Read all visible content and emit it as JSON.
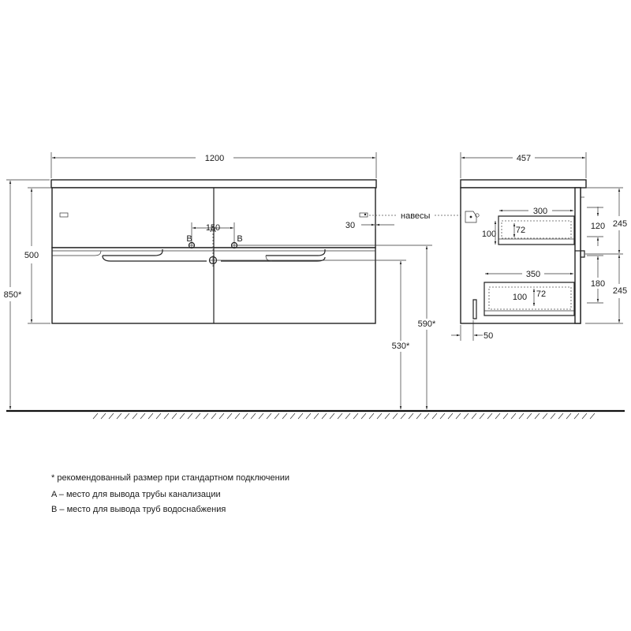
{
  "front": {
    "width": "1200",
    "height_body": "500",
    "height_total": "850*",
    "drain_height": "530*",
    "supply_height": "590*",
    "pipe_spacing": "150",
    "label_a": "A",
    "label_b_left": "B",
    "label_b_right": "B",
    "hinge_offset": "30",
    "hinges_label": "навесы"
  },
  "side": {
    "depth": "457",
    "drawer_top_width": "300",
    "drawer_top_inner_h": "100",
    "drawer_top_inner_v": "72",
    "drawer_top_depth": "120",
    "drawer_top_height": "245",
    "drawer_bottom_width": "350",
    "drawer_bottom_inner_h": "100",
    "drawer_bottom_inner_v": "72",
    "drawer_bottom_depth": "180",
    "drawer_bottom_height": "245",
    "back_offset": "50"
  },
  "notes": {
    "line1": "* рекомендованный размер при стандартном подключении",
    "line2": "A – место для вывода трубы канализации",
    "line3": "B – место для вывода труб водоснабжения"
  }
}
